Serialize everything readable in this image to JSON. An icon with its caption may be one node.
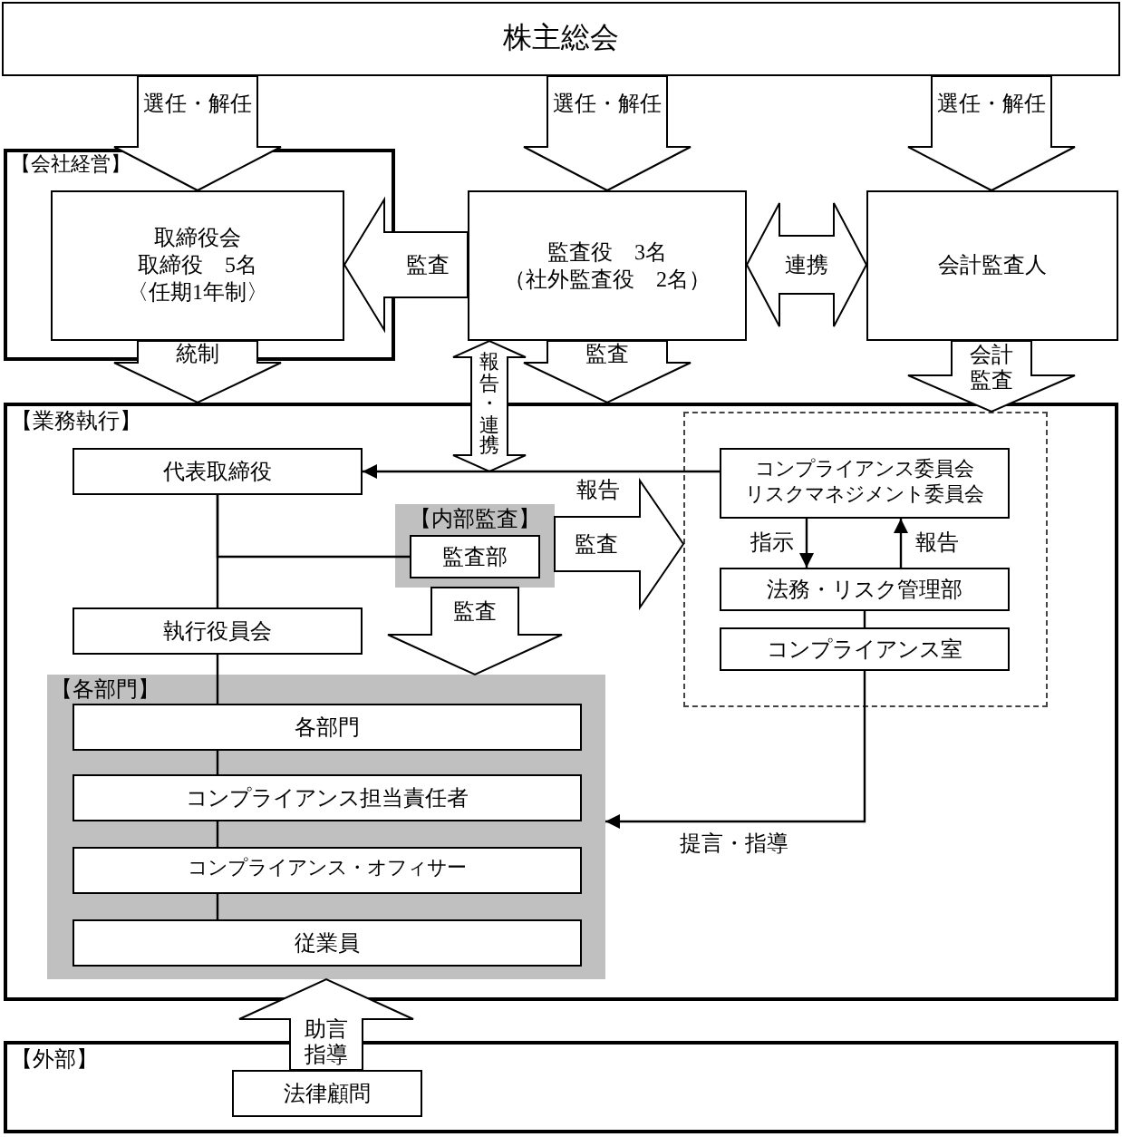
{
  "diagram": {
    "nodes": [
      {
        "text": [
          "株主総会"
        ]
      },
      {
        "text": [
          "【会社経営】"
        ]
      },
      {
        "text": [
          "取締役会",
          "取締役　5名",
          "〈任期1年制〉"
        ],
        "in": 1
      },
      {
        "text": [
          "監査役　3名",
          "（社外監査役　2名）"
        ]
      },
      {
        "text": [
          "会計監査人"
        ]
      },
      {
        "text": [
          "【業務執行】"
        ]
      },
      {
        "text": [
          "代表取締役"
        ],
        "in": 5
      },
      {
        "text": [
          "【内部監査】"
        ],
        "in": 5
      },
      {
        "text": [
          "監査部"
        ],
        "in": 7
      },
      {
        "text": [
          "執行役員会"
        ],
        "in": 5
      },
      {
        "text": [],
        "shape": "box",
        "in": 5
      },
      {
        "text": [
          "コンプライアンス委員会",
          "リスクマネジメント委員会"
        ],
        "in": 10
      },
      {
        "text": [
          "法務・リスク管理部"
        ],
        "in": 10
      },
      {
        "text": [
          "コンプライアンス室"
        ],
        "in": 10
      },
      {
        "text": [
          "【各部門】"
        ],
        "in": 5
      },
      {
        "text": [
          "各部門"
        ],
        "in": 14
      },
      {
        "text": [
          "コンプライアンス担当責任者"
        ],
        "in": 14
      },
      {
        "text": [
          "コンプライアンス・オフィサー"
        ],
        "in": 14
      },
      {
        "text": [
          "従業員"
        ],
        "in": 14
      },
      {
        "text": [
          "【外部】"
        ]
      },
      {
        "text": [
          "法律顧問"
        ],
        "in": 19
      }
    ],
    "edges": [
      {
        "from": 0,
        "to": 2,
        "arrow": "to",
        "label": "選任・解任"
      },
      {
        "from": 0,
        "to": 3,
        "arrow": "to",
        "label": "選任・解任"
      },
      {
        "from": 0,
        "to": 4,
        "arrow": "to",
        "label": "選任・解任"
      },
      {
        "from": 3,
        "to": 2,
        "arrow": "to",
        "label": "監査"
      },
      {
        "from": 3,
        "to": 4,
        "arrow": "both",
        "label": "連携"
      },
      {
        "from": 2,
        "to": 5,
        "arrow": "to",
        "label": "統制"
      },
      {
        "from": 3,
        "to": 5,
        "arrow": "to",
        "label": "監査"
      },
      {
        "from": 4,
        "to": 10,
        "arrow": "to",
        "label": "会計監査"
      },
      {
        "from": null,
        "to": 3,
        "arrow": "both",
        "label": "報告・連携"
      },
      {
        "from": 11,
        "to": 6,
        "arrow": "to",
        "label": "報告"
      },
      {
        "from": 7,
        "to": 10,
        "arrow": "to",
        "label": "監査"
      },
      {
        "from": 7,
        "to": 14,
        "arrow": "to",
        "label": "監査"
      },
      {
        "from": 11,
        "to": 12,
        "arrow": "to",
        "label": "指示"
      },
      {
        "from": 12,
        "to": 11,
        "arrow": "to",
        "label": "報告"
      },
      {
        "from": 12,
        "to": 13,
        "arrow": "none"
      },
      {
        "from": 13,
        "to": 14,
        "arrow": "to",
        "label": "提言・指導"
      },
      {
        "from": 20,
        "to": 14,
        "arrow": "to",
        "label": "助言指導"
      },
      {
        "from": 6,
        "to": 9,
        "arrow": "none"
      },
      {
        "from": 6,
        "to": 8,
        "arrow": "none"
      },
      {
        "from": 9,
        "to": 15,
        "arrow": "none"
      },
      {
        "from": 15,
        "to": 16,
        "arrow": "none"
      },
      {
        "from": 16,
        "to": 17,
        "arrow": "none"
      },
      {
        "from": 17,
        "to": 18,
        "arrow": "none"
      }
    ]
  }
}
